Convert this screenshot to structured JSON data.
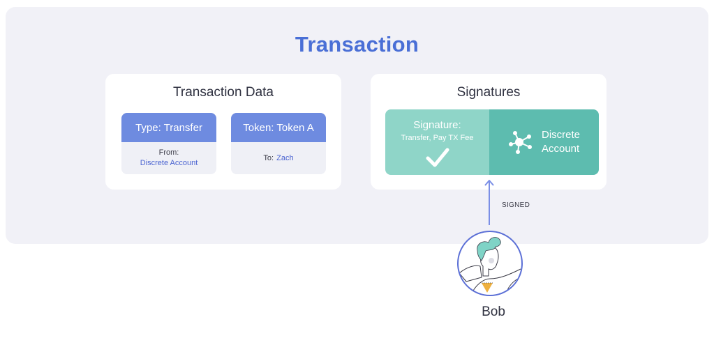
{
  "title": "Transaction",
  "transaction_data": {
    "title": "Transaction Data",
    "cards": [
      {
        "header": "Type: Transfer",
        "label": "From:",
        "value": "Discrete Account"
      },
      {
        "header": "Token: Token A",
        "label": "To:",
        "value": "Zach"
      }
    ]
  },
  "signatures": {
    "title": "Signatures",
    "signature": {
      "title": "Signature:",
      "scope": "Transfer,  Pay TX Fee",
      "status_icon": "checkmark-icon"
    },
    "account": {
      "icon": "network-nodes-icon",
      "line1": "Discrete",
      "line2": "Account"
    }
  },
  "arrow_label": "SIGNED",
  "signer": {
    "name": "Bob",
    "avatar": "person-avatar"
  },
  "colors": {
    "background": "#f1f1f7",
    "title_blue": "#4a6fd6",
    "card_header": "#6e8be0",
    "signature_light": "#8fd5c8",
    "signature_dark": "#5dbcaf",
    "arrow": "#7b8fe6",
    "avatar_hair": "#7fd3c6",
    "avatar_bib": "#eeb040"
  }
}
